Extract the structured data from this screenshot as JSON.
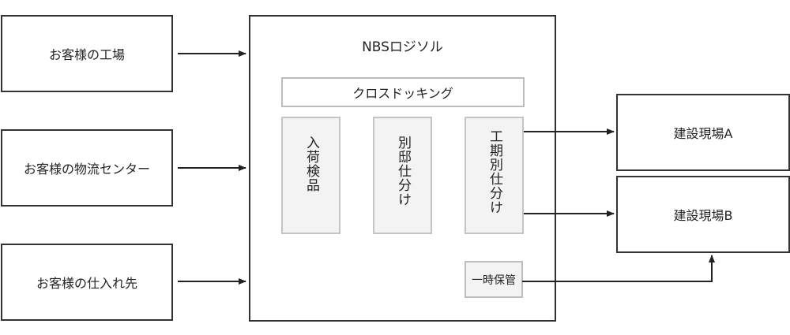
{
  "sources": {
    "factory": "お客様の工場",
    "distribution_center": "お客様の物流センター",
    "supplier": "お客様の仕入れ先"
  },
  "logistics": {
    "title": "NBSロジソル",
    "cross_docking": "クロスドッキング",
    "steps": {
      "inspection": "入荷検品",
      "by_residence": "別邸仕分け",
      "by_period": "工期別仕分け"
    },
    "temporary_storage": "一時保管"
  },
  "destinations": {
    "site_a": "建設現場A",
    "site_b": "建設現場B"
  },
  "colors": {
    "border": "#333333",
    "light_border": "#bdbdbd",
    "step_fill": "#f3f3f3",
    "chevron": "#e8e8e8"
  }
}
